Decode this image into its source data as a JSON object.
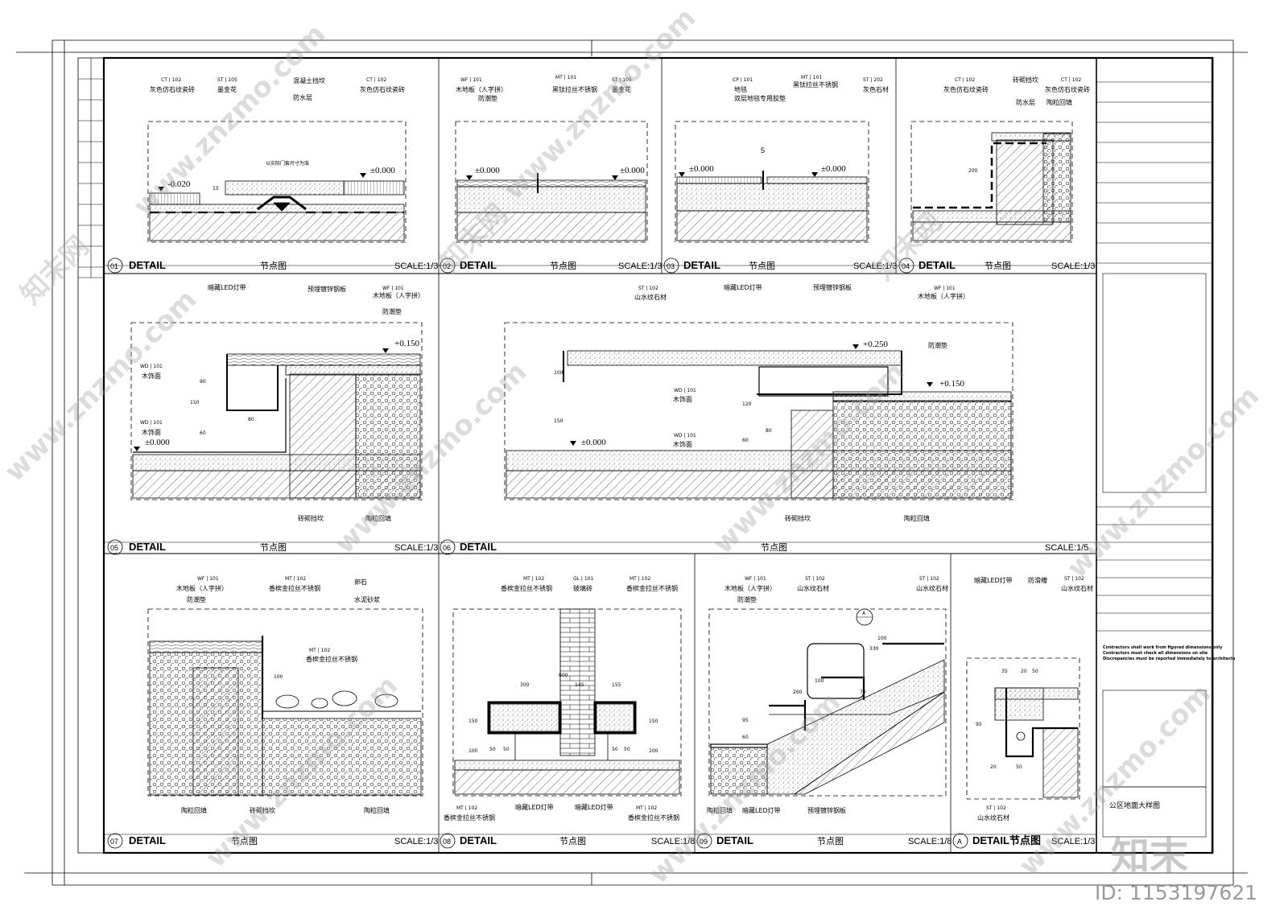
{
  "drawing": {
    "sheet_title": "公区地面大样图",
    "notes": [
      "Contractors shall work from figured dimensions only",
      "Contractors must check all dimensions on site",
      "Discrepancies must be reported immediately to architects"
    ]
  },
  "panels": [
    {
      "num": "01",
      "detail": "DETAIL",
      "name": "节点图",
      "scale": "SCALE:1/3",
      "callouts": [
        {
          "tag": "CT | 102",
          "text": "灰色仿石纹瓷砖"
        },
        {
          "tag": "ST | 105",
          "text": "墨金花"
        },
        {
          "tag": "",
          "text": "混凝土挡坎"
        },
        {
          "tag": "",
          "text": "防水层"
        },
        {
          "tag": "CT | 102",
          "text": "灰色仿石纹瓷砖"
        }
      ],
      "levels": [
        "-0.020",
        "±0.000"
      ],
      "dims": [
        "以实际门套尺寸为准",
        "15"
      ]
    },
    {
      "num": "02",
      "detail": "DETAIL",
      "name": "节点图",
      "scale": "SCALE:1/3",
      "callouts": [
        {
          "tag": "WF | 101",
          "text": "木地板（人字拼）"
        },
        {
          "tag": "",
          "text": "防潮垫"
        },
        {
          "tag": "MT | 101",
          "text": "黑钛拉丝不锈钢"
        },
        {
          "tag": "ST | 105",
          "text": "墨金花"
        }
      ],
      "levels": [
        "±0.000",
        "±0.000"
      ]
    },
    {
      "num": "03",
      "detail": "DETAIL",
      "name": "节点图",
      "scale": "SCALE:1/3",
      "callouts": [
        {
          "tag": "CP | 101",
          "text": "地毯"
        },
        {
          "tag": "",
          "text": "双层地毯专用胶垫"
        },
        {
          "tag": "MT | 101",
          "text": "黑钛拉丝不锈钢"
        },
        {
          "tag": "ST | 202",
          "text": "灰色石材"
        }
      ],
      "levels": [
        "±0.000",
        "±0.000"
      ],
      "dims": [
        "5"
      ]
    },
    {
      "num": "04",
      "detail": "DETAIL",
      "name": "节点图",
      "scale": "SCALE:1/3",
      "callouts": [
        {
          "tag": "CT | 102",
          "text": "灰色仿石纹瓷砖"
        },
        {
          "tag": "",
          "text": "砖砌挡坎"
        },
        {
          "tag": "",
          "text": "防水层"
        },
        {
          "tag": "CT | 102",
          "text": "灰色仿石纹瓷砖"
        },
        {
          "tag": "",
          "text": "陶粒回填"
        }
      ],
      "dims": [
        "200"
      ]
    },
    {
      "num": "05",
      "detail": "DETAIL",
      "name": "节点图",
      "scale": "SCALE:1/3",
      "callouts": [
        {
          "tag": "",
          "text": "暗藏LED灯带"
        },
        {
          "tag": "",
          "text": "预埋镀锌钢板"
        },
        {
          "tag": "WF | 101",
          "text": "木地板（人字拼）"
        },
        {
          "tag": "",
          "text": "防潮垫"
        },
        {
          "tag": "WD | 101",
          "text": "木饰面"
        },
        {
          "tag": "WD | 101",
          "text": "木饰面"
        },
        {
          "tag": "",
          "text": "砖砌挡坎"
        },
        {
          "tag": "",
          "text": "陶粒回填"
        }
      ],
      "levels": [
        "+0.150",
        "±0.000"
      ],
      "dims": [
        "90",
        "150",
        "60",
        "80"
      ]
    },
    {
      "num": "06",
      "detail": "DETAIL",
      "name": "节点图",
      "scale": "SCALE:1/5",
      "callouts": [
        {
          "tag": "ST | 102",
          "text": "山水纹石材"
        },
        {
          "tag": "",
          "text": "暗藏LED灯带"
        },
        {
          "tag": "",
          "text": "预埋镀锌钢板"
        },
        {
          "tag": "WF | 101",
          "text": "木地板（人字拼）"
        },
        {
          "tag": "",
          "text": "防潮垫"
        },
        {
          "tag": "WD | 101",
          "text": "木饰面"
        },
        {
          "tag": "WD | 101",
          "text": "木饰面"
        },
        {
          "tag": "",
          "text": "砖砌挡坎"
        },
        {
          "tag": "",
          "text": "陶粒回填"
        }
      ],
      "levels": [
        "+0.250",
        "+0.150",
        "±0.000"
      ],
      "dims": [
        "100",
        "150",
        "120",
        "80",
        "60"
      ]
    },
    {
      "num": "07",
      "detail": "DETAIL",
      "name": "节点图",
      "scale": "SCALE:1/3",
      "callouts": [
        {
          "tag": "WF | 101",
          "text": "木地板（人字拼）"
        },
        {
          "tag": "",
          "text": "防潮垫"
        },
        {
          "tag": "MT | 102",
          "text": "香槟金拉丝不锈钢"
        },
        {
          "tag": "",
          "text": "卵石"
        },
        {
          "tag": "",
          "text": "水泥砂浆"
        },
        {
          "tag": "MT | 102",
          "text": "香槟金拉丝不锈钢"
        },
        {
          "tag": "",
          "text": "陶粒回填"
        },
        {
          "tag": "",
          "text": "砖砌挡坎"
        },
        {
          "tag": "",
          "text": "陶粒回填"
        }
      ],
      "dims": [
        "100"
      ]
    },
    {
      "num": "08",
      "detail": "DETAIL",
      "name": "节点图",
      "scale": "SCALE:1/8",
      "callouts": [
        {
          "tag": "MT | 102",
          "text": "香槟金拉丝不锈钢"
        },
        {
          "tag": "GL | 101",
          "text": "玻璃砖"
        },
        {
          "tag": "MT | 102",
          "text": "香槟金拉丝不锈钢"
        },
        {
          "tag": "MT | 102",
          "text": "香槟金拉丝不锈钢"
        },
        {
          "tag": "",
          "text": "暗藏LED灯带"
        },
        {
          "tag": "",
          "text": "暗藏LED灯带"
        },
        {
          "tag": "MT | 102",
          "text": "香槟金拉丝不锈钢"
        }
      ],
      "dims": [
        "600",
        "300",
        "145",
        "155",
        "150",
        "150",
        "100",
        "100",
        "50",
        "50",
        "50",
        "50"
      ]
    },
    {
      "num": "09",
      "detail": "DETAIL",
      "name": "节点图",
      "scale": "SCALE:1/8",
      "callouts": [
        {
          "tag": "WF | 101",
          "text": "木地板（人字拼）"
        },
        {
          "tag": "",
          "text": "防潮垫"
        },
        {
          "tag": "ST | 102",
          "text": "山水纹石材"
        },
        {
          "tag": "ST | 102",
          "text": "山水纹石材"
        },
        {
          "tag": "",
          "text": "陶粒回填"
        },
        {
          "tag": "",
          "text": "暗藏LED灯带"
        },
        {
          "tag": "",
          "text": "预埋镀锌钢板"
        }
      ],
      "section_mark": "A",
      "dims": [
        "100",
        "330",
        "100",
        "70",
        "260",
        "95",
        "60"
      ]
    },
    {
      "num": "A",
      "detail": "DETAIL节点图",
      "name": "",
      "scale": "SCALE:1/3",
      "callouts": [
        {
          "tag": "",
          "text": "暗藏LED灯带"
        },
        {
          "tag": "",
          "text": "防滑槽"
        },
        {
          "tag": "ST | 102",
          "text": "山水纹石材"
        },
        {
          "tag": "ST | 102",
          "text": "山水纹石材"
        }
      ],
      "dims": [
        "35",
        "20",
        "50",
        "95",
        "20",
        "50"
      ]
    }
  ],
  "watermarks": {
    "site": "www.znzmo.com",
    "brand": "知末网",
    "logo": "知末",
    "id": "ID: 1153197621"
  }
}
